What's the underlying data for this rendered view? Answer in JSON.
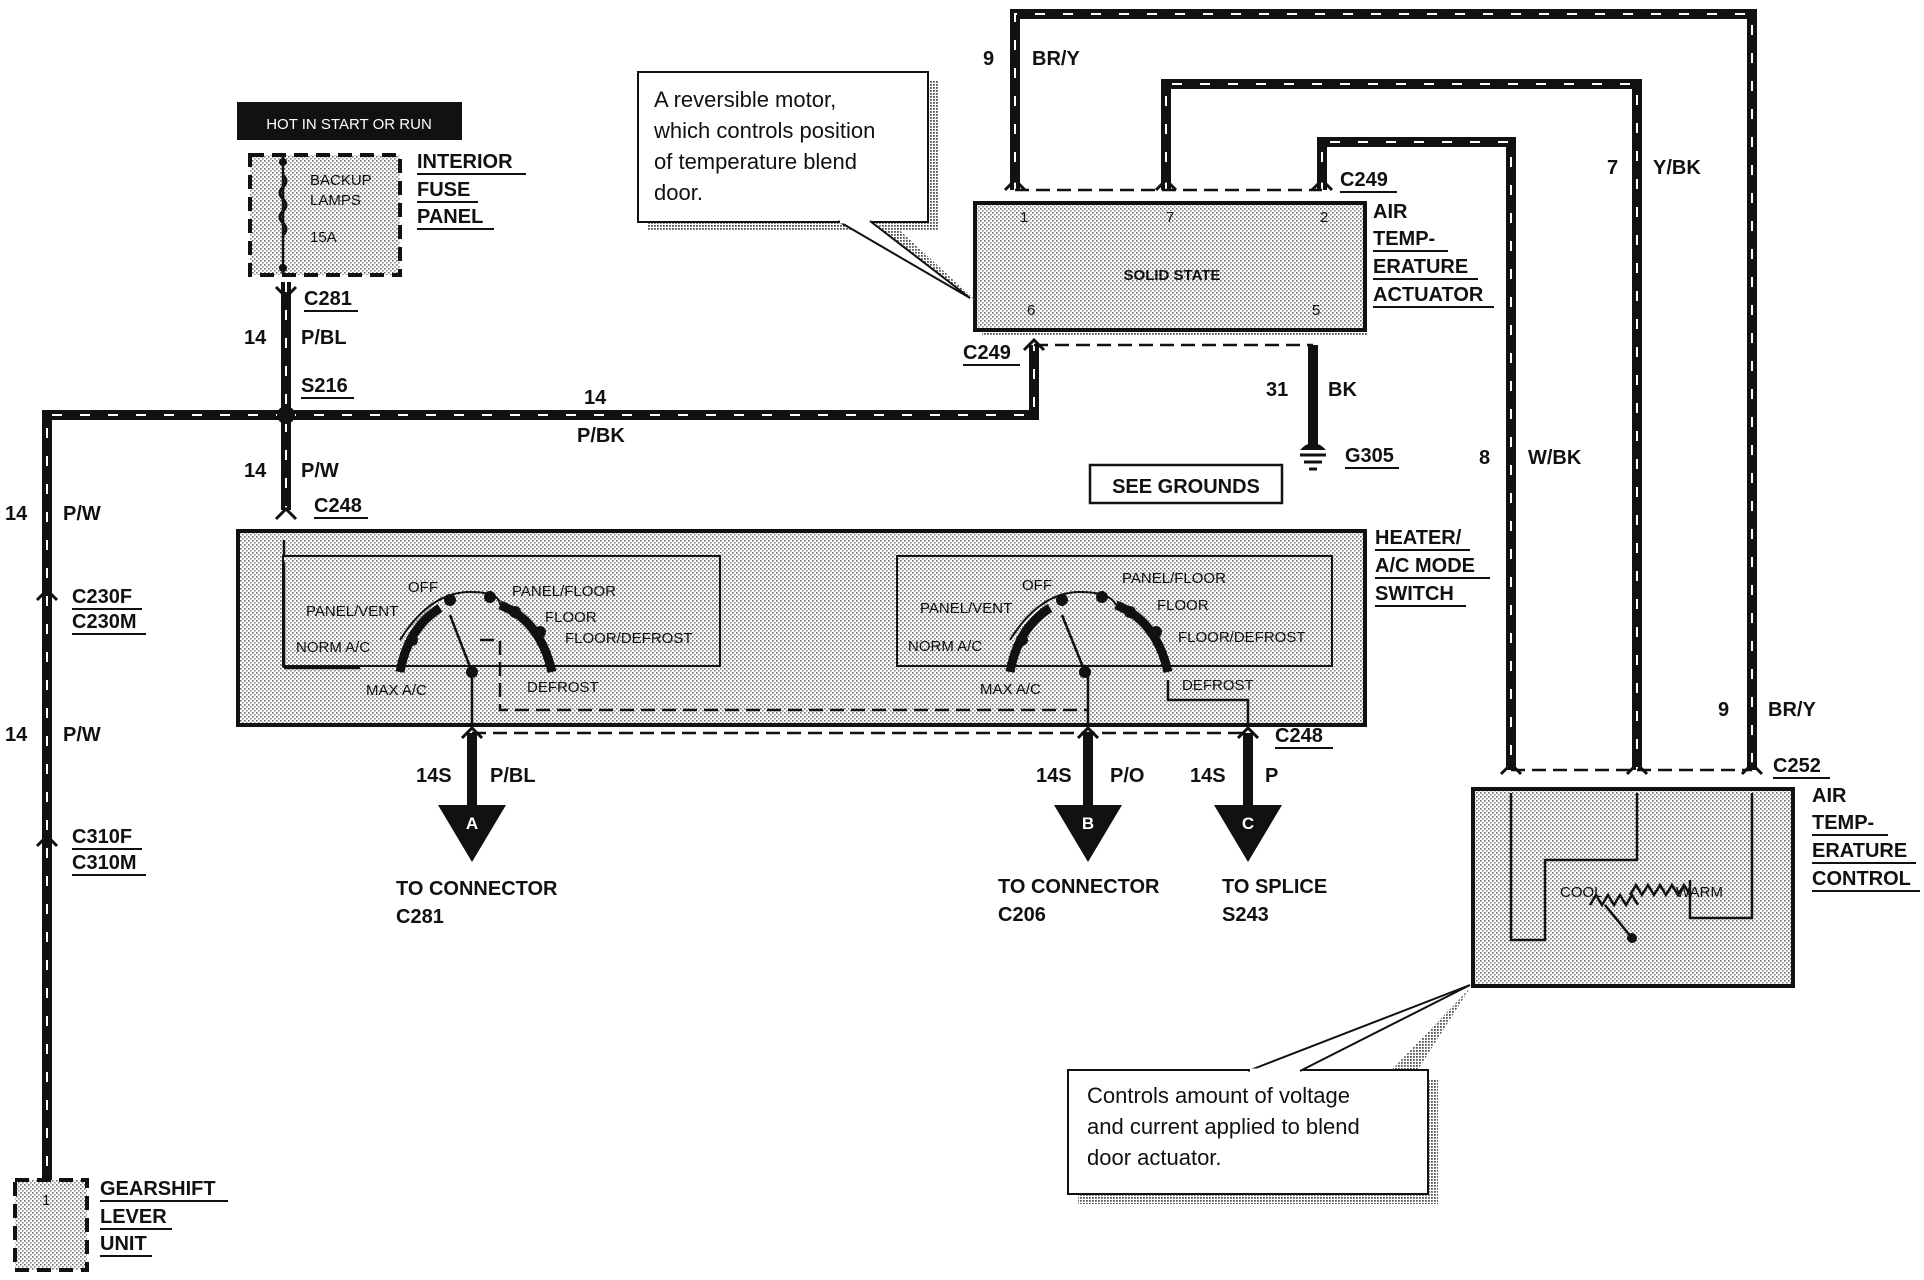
{
  "power": {
    "header": "HOT IN START OR RUN",
    "fuse_name_1": "BACKUP",
    "fuse_name_2": "LAMPS",
    "fuse_rating": "15A",
    "panel_label": [
      "INTERIOR",
      "FUSE",
      "PANEL"
    ]
  },
  "connectors": {
    "c281": "C281",
    "s216": "S216",
    "c248_top": "C248",
    "c248_bottom": "C248",
    "c230f": "C230F",
    "c230m": "C230M",
    "c310f": "C310F",
    "c310m": "C310M",
    "c249_top": "C249",
    "c249_bottom": "C249",
    "g305": "G305",
    "c252": "C252"
  },
  "wires": {
    "fuse_down": {
      "gauge": "14",
      "color": "P/BL"
    },
    "splice_down": {
      "gauge": "14",
      "color": "P/W"
    },
    "left_upper": {
      "gauge": "14",
      "color": "P/W"
    },
    "left_lower": {
      "gauge": "14",
      "color": "P/W"
    },
    "to_actuator": {
      "gauge": "14",
      "color": "P/BK"
    },
    "ground": {
      "gauge": "31",
      "color": "BK"
    },
    "pin1": {
      "gauge": "9",
      "color": "BR/Y"
    },
    "pin7": {
      "gauge": "7",
      "color": "Y/BK"
    },
    "pin2": {
      "gauge": "8",
      "color": "W/BK"
    },
    "control_right": {
      "gauge": "9",
      "color": "BR/Y"
    },
    "out_a": {
      "gauge": "14S",
      "color": "P/BL"
    },
    "out_b": {
      "gauge": "14S",
      "color": "P/O"
    },
    "out_c": {
      "gauge": "14S",
      "color": "P"
    }
  },
  "actuator": {
    "label": [
      "AIR",
      "TEMP-",
      "ERATURE",
      "ACTUATOR"
    ],
    "type": "SOLID STATE",
    "pins": [
      "1",
      "7",
      "2",
      "6",
      "5"
    ]
  },
  "see_grounds": "SEE GROUNDS",
  "mode_switch": {
    "label": [
      "HEATER/",
      "A/C MODE",
      "SWITCH"
    ],
    "positions": [
      "OFF",
      "PANEL/FLOOR",
      "PANEL/VENT",
      "FLOOR",
      "NORM A/C",
      "FLOOR/DEFROST",
      "MAX A/C",
      "DEFROST"
    ]
  },
  "outputs": [
    {
      "letter": "A",
      "line1": "TO CONNECTOR",
      "line2": "C281"
    },
    {
      "letter": "B",
      "line1": "TO CONNECTOR",
      "line2": "C206"
    },
    {
      "letter": "C",
      "line1": "TO SPLICE",
      "line2": "S243"
    }
  ],
  "gearshift": {
    "pin": "1",
    "label": [
      "GEARSHIFT",
      "LEVER",
      "UNIT"
    ]
  },
  "temp_control": {
    "label": [
      "AIR",
      "TEMP-",
      "ERATURE",
      "CONTROL"
    ],
    "cool": "COOL",
    "warm": "WARM"
  },
  "callouts": {
    "motor": [
      "A reversible motor,",
      "which controls position",
      "of temperature blend",
      "door."
    ],
    "control": [
      "Controls amount of voltage",
      "and current applied to blend",
      "door actuator."
    ]
  }
}
